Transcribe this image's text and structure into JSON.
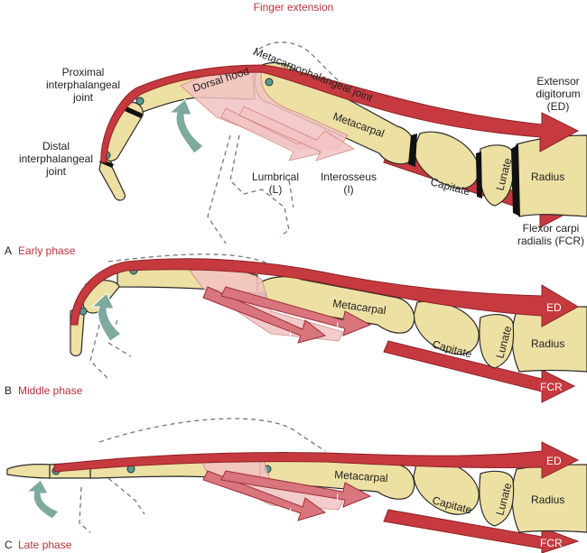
{
  "title": "Finger extension",
  "labels": {
    "pip": [
      "Proximal",
      "interphalangeal",
      "joint"
    ],
    "dip": [
      "Distal",
      "interphalangeal",
      "joint"
    ],
    "mcp": "Metacarpophalangeal joint",
    "dorsal_hood": "Dorsal hood",
    "metacarpal": "Metacarpal",
    "capitate": "Capitate",
    "lunate": "Lunate",
    "radius": "Radius",
    "lumbrical": [
      "Lumbrical",
      "(L)"
    ],
    "interosseus": [
      "Interosseus",
      "(I)"
    ],
    "ed": [
      "Extensor",
      "digitorum",
      "(ED)"
    ],
    "fcr": [
      "Flexor carpi",
      "radialis (FCR)"
    ],
    "ed_short": "ED",
    "fcr_short": "FCR",
    "l_short": "L",
    "i_short": "I"
  },
  "panels": [
    {
      "letter": "A",
      "phase": "Early phase"
    },
    {
      "letter": "B",
      "phase": "Middle phase"
    },
    {
      "letter": "C",
      "phase": "Late phase"
    }
  ],
  "colors": {
    "accent": "#b8323a",
    "bone": "#ede0a3",
    "motion_arrow": "#7ea99e"
  }
}
